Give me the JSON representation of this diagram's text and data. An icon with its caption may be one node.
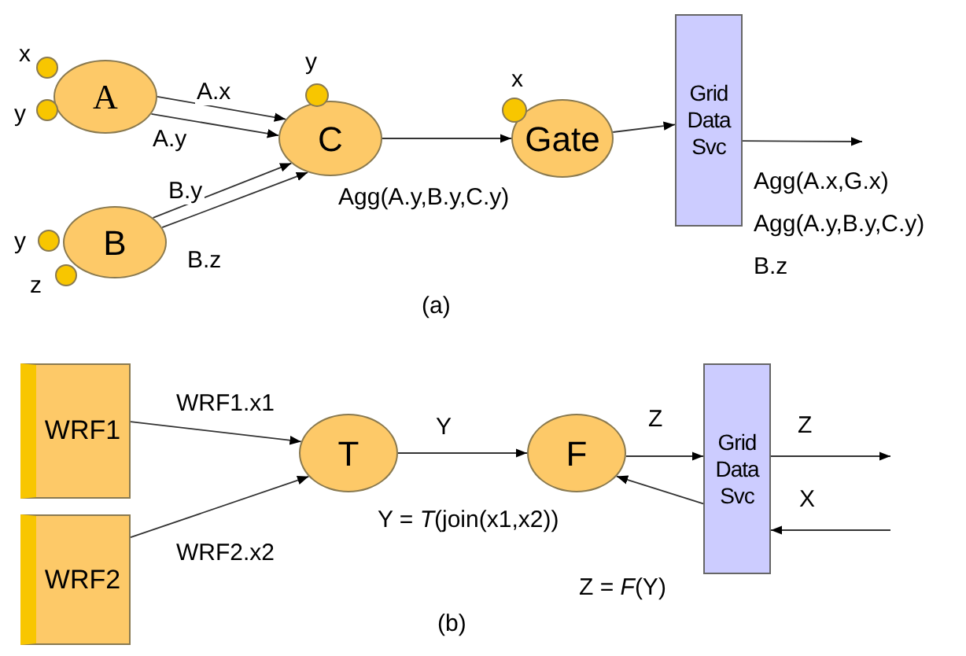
{
  "diagram": {
    "nodes": [
      {
        "text": [
          "A"
        ]
      },
      {
        "text": [],
        "shape": "circle",
        "beside": [
          "x"
        ]
      },
      {
        "text": [],
        "shape": "circle",
        "beside": [
          "y"
        ]
      },
      {
        "text": [
          "B"
        ]
      },
      {
        "text": [],
        "shape": "circle",
        "beside": [
          "y"
        ]
      },
      {
        "text": [],
        "shape": "circle",
        "beside": [
          "z"
        ]
      },
      {
        "text": [
          "C"
        ]
      },
      {
        "text": [],
        "shape": "circle",
        "beside": [
          "y"
        ]
      },
      {
        "text": [
          "Gate"
        ]
      },
      {
        "text": [],
        "shape": "circle",
        "beside": [
          "x"
        ]
      },
      {
        "text": [
          "Grid Data Svc"
        ]
      },
      {
        "text": [
          "WRF1"
        ]
      },
      {
        "text": [
          "WRF2"
        ]
      },
      {
        "text": [
          "T"
        ]
      },
      {
        "text": [
          "F"
        ]
      },
      {
        "text": [
          "Grid Data Svc"
        ]
      }
    ],
    "edges": [
      {
        "from": 0,
        "to": 6,
        "arrow": "to",
        "label": "A.x"
      },
      {
        "from": 0,
        "to": 6,
        "arrow": "to",
        "label": "A.y"
      },
      {
        "from": 3,
        "to": 6,
        "arrow": "to",
        "label": "B.y"
      },
      {
        "from": 3,
        "to": 6,
        "arrow": "to",
        "label": "B.z"
      },
      {
        "from": 6,
        "to": 8,
        "arrow": "to"
      },
      {
        "from": 8,
        "to": 10,
        "arrow": "to"
      },
      {
        "from": 10,
        "to": null,
        "arrow": "to"
      },
      {
        "from": 11,
        "to": 13,
        "arrow": "to",
        "label": "WRF1.x1"
      },
      {
        "from": 12,
        "to": 13,
        "arrow": "to",
        "label": "WRF2.x2"
      },
      {
        "from": 13,
        "to": 14,
        "arrow": "to",
        "label": "Y"
      },
      {
        "from": 14,
        "to": 15,
        "arrow": "to",
        "label": "Z"
      },
      {
        "from": 15,
        "to": 14,
        "arrow": "to"
      },
      {
        "from": 15,
        "to": null,
        "arrow": "to",
        "label": "Z"
      },
      {
        "from": null,
        "to": 15,
        "arrow": "to",
        "label": "X"
      }
    ],
    "labels": [
      "Agg(A.y,B.y,C.y)",
      "Agg(A.x,G.x)",
      "Agg(A.y,B.y,C.y)",
      "B.z",
      "(a)",
      "Y = *T*(join(x1,x2))",
      "Z = *F*(Y)",
      "(b)"
    ]
  }
}
